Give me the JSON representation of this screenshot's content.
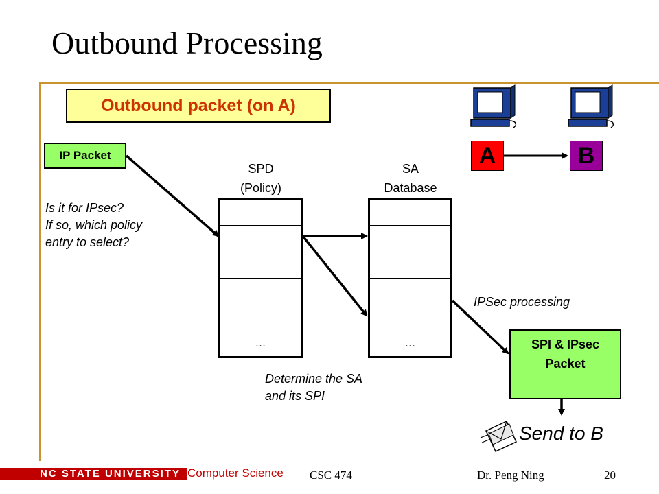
{
  "slide": {
    "title": "Outbound Processing",
    "outbound_label": "Outbound packet (on A)",
    "ip_packet": "IP Packet",
    "spd": {
      "line1": "SPD",
      "line2": "(Policy)",
      "ellipsis": "…"
    },
    "sa": {
      "line1": "SA",
      "line2": "Database",
      "ellipsis": "…"
    },
    "note_policy": {
      "line1": "Is it for IPsec?",
      "line2": "If so, which policy",
      "line3": "entry to select?"
    },
    "note_ipsec": "IPSec processing",
    "note_sa": {
      "line1": "Determine the SA",
      "line2": "and its SPI"
    },
    "spi_packet": {
      "line1": "SPI & IPsec",
      "line2": "Packet"
    },
    "host_a": "A",
    "host_b": "B",
    "send_label": "Send to B",
    "icons": [
      "computer-icon",
      "computer-icon",
      "envelope-icon"
    ]
  },
  "footer": {
    "logo": "NC STATE UNIVERSITY",
    "department": "Computer Science",
    "course": "CSC 474",
    "author": "Dr. Peng Ning",
    "page": "20"
  },
  "colors": {
    "accent_rule": "#c9932e",
    "label_bg": "#ffff99",
    "label_text": "#cc3300",
    "packet_green": "#99ff66",
    "host_a": "#ff0000",
    "host_b": "#990099",
    "brand_red": "#c00000"
  }
}
